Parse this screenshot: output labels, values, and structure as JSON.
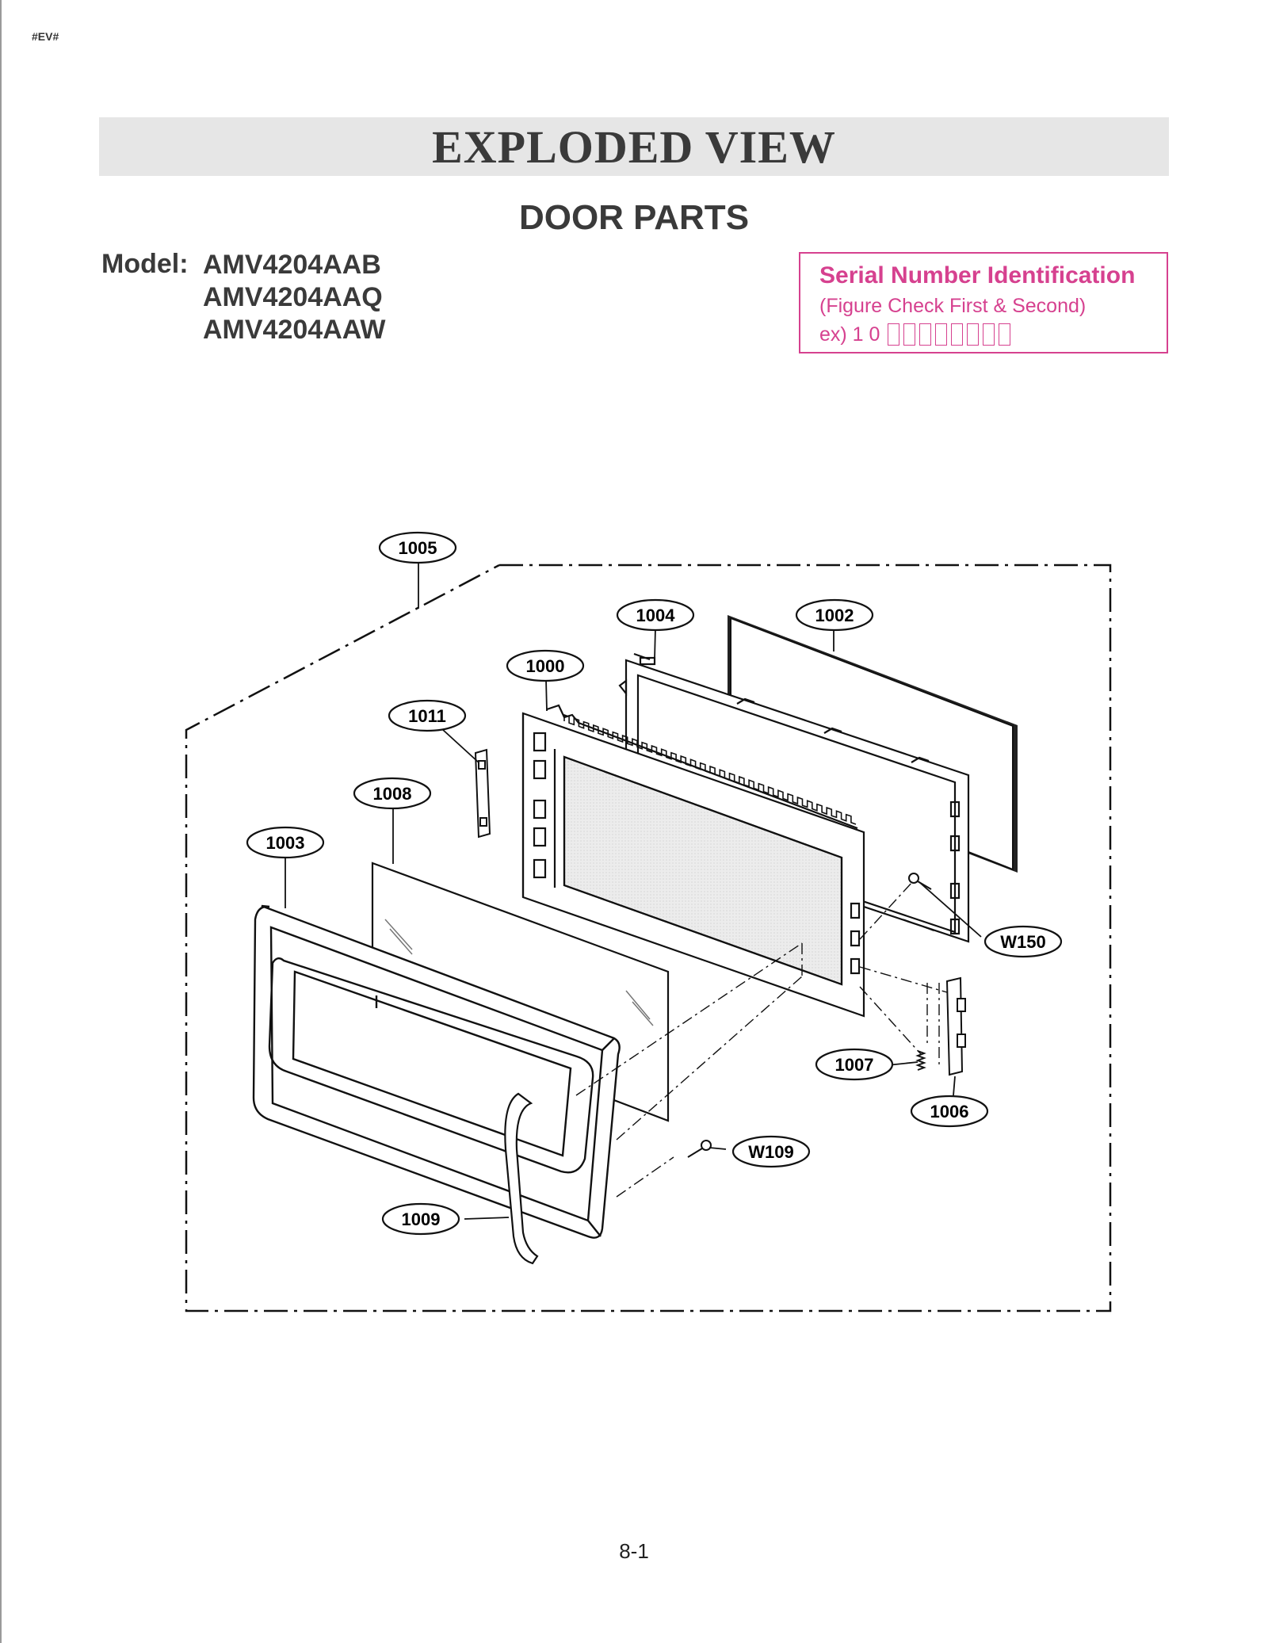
{
  "header": {
    "corner_tag": "#EV#",
    "title": "EXPLODED VIEW",
    "subtitle": "DOOR PARTS"
  },
  "model": {
    "label": "Model:",
    "numbers": [
      "AMV4204AAB",
      "AMV4204AAQ",
      "AMV4204AAW"
    ]
  },
  "serial_box": {
    "title": "Serial Number Identification",
    "note": "(Figure Check First & Second)",
    "example_prefix": "ex) 1 0",
    "blank_count": 8,
    "color": "#d6418f"
  },
  "callouts": {
    "c1005": "1005",
    "c1004": "1004",
    "c1002": "1002",
    "c1000": "1000",
    "c1011": "1011",
    "c1008": "1008",
    "c1003": "1003",
    "cW150": "W150",
    "c1007": "1007",
    "c1006": "1006",
    "cW109": "W109",
    "c1009": "1009"
  },
  "footer": {
    "page_number": "8-1"
  }
}
